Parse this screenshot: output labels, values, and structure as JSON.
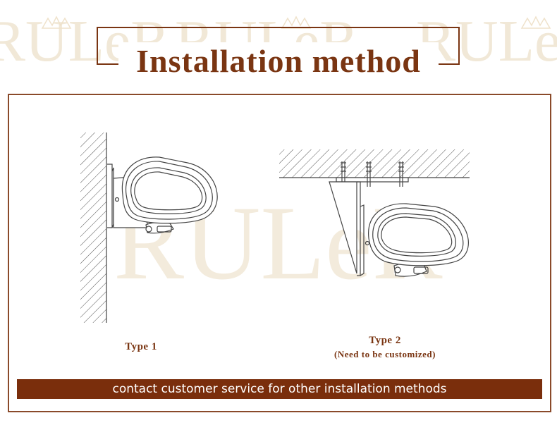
{
  "watermark": {
    "brand": "RULeR",
    "icon": "crown-icon"
  },
  "header": {
    "title": "Installation method"
  },
  "diagram": {
    "type1": {
      "label": "Type 1",
      "mount": "wall-mount-icon"
    },
    "type2": {
      "label": "Type 2",
      "note": "(Need to be customized)",
      "mount": "ceiling-mount-icon"
    }
  },
  "footer": {
    "notice": "contact customer service for other installation methods"
  },
  "colors": {
    "brand": "#7a3512",
    "footer_bg": "#7a2e0c",
    "watermark": "#f1e8d7",
    "line": "#555555"
  }
}
